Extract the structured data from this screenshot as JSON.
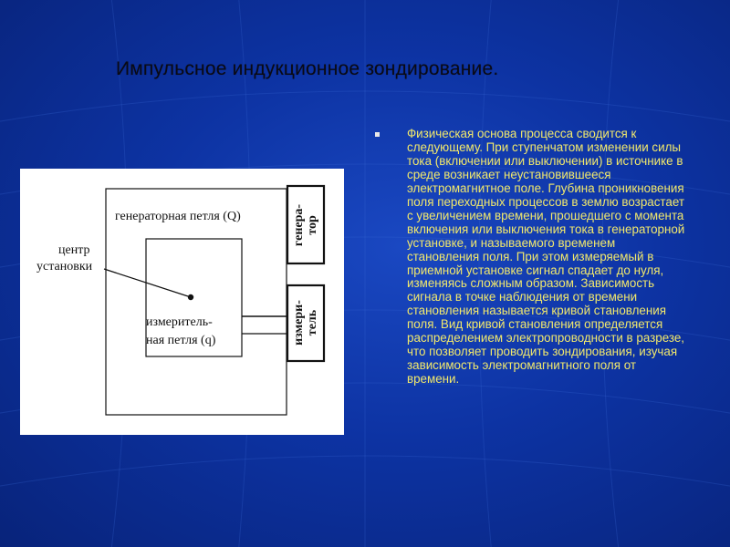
{
  "slide": {
    "title": "Импульсное индукционное зондирование.",
    "body": "Физическая основа процесса сводится к следующему. При ступенчатом изменении силы тока (включении или выключении) в источнике в среде возникает неустановившееся электромагнитное поле. Глубина проникновения поля переходных процессов в землю возрастает с увеличением времени, прошедшего с момента включения или выключения тока в генераторной установке, и называемого временем становления поля. При этом измеряемый в приемной установке сигнал спадает до нуля, изменяясь сложным образом. Зависимость сигнала в точке наблюдения от времени становления называется кривой становления поля. Вид кривой становления определяется распределением электропроводности в разрезе, что позволяет проводить зондирования, изучая зависимость электромагнитного поля от времени.",
    "colors": {
      "background": "#0d33a3",
      "body_text": "#f1e86c",
      "title": "#0a0a14"
    }
  },
  "diagram": {
    "generator_loop_label": "генераторная петля (Q)",
    "center_label_line1": "центр",
    "center_label_line2": "установки",
    "measuring_loop_line1": "измеритель-",
    "measuring_loop_line2": "ная петля (q)",
    "generator_box_line1": "генера-",
    "generator_box_line2": "тор",
    "meter_box_line1": "измери-",
    "meter_box_line2": "тель"
  }
}
